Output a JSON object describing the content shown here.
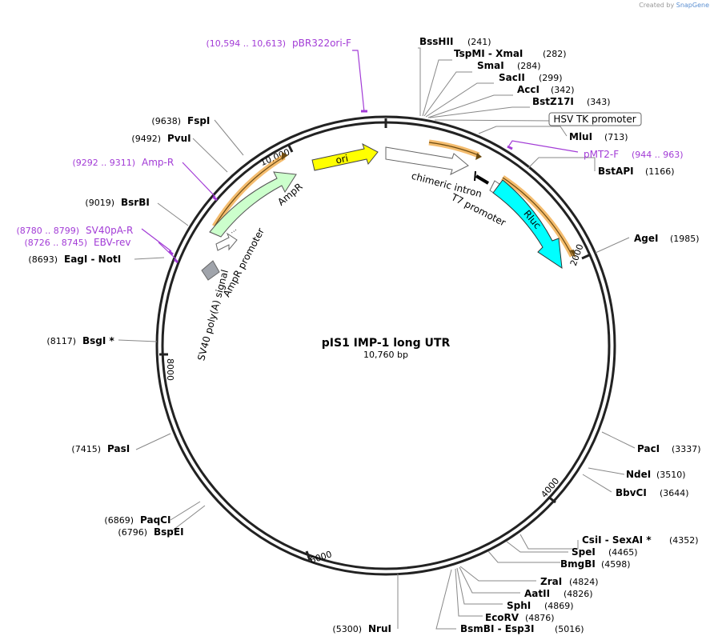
{
  "credit": {
    "prefix": "Created by",
    "brand": "SnapGene"
  },
  "title": "pIS1 IMP-1 long UTR",
  "length_label": "10,760 bp",
  "ticks": [
    "2000",
    "4000",
    "6000",
    "8000",
    "10,000"
  ],
  "enzymes_right": [
    {
      "name": "BssHII",
      "pos": "(241)"
    },
    {
      "name": "TspMI - XmaI",
      "pos": "(282)"
    },
    {
      "name": "SmaI",
      "pos": "(284)"
    },
    {
      "name": "SacII",
      "pos": "(299)"
    },
    {
      "name": "AccI",
      "pos": "(342)"
    },
    {
      "name": "BstZ17I",
      "pos": "(343)"
    },
    {
      "name": "MluI",
      "pos": "(713)"
    },
    {
      "name": "BstAPI",
      "pos": "(1166)"
    },
    {
      "name": "AgeI",
      "pos": "(1985)"
    },
    {
      "name": "PacI",
      "pos": "(3337)"
    },
    {
      "name": "NdeI",
      "pos": "(3510)"
    },
    {
      "name": "BbvCI",
      "pos": "(3644)"
    },
    {
      "name": "CsiI - SexAI *",
      "pos": "(4352)"
    },
    {
      "name": "SpeI",
      "pos": "(4465)"
    },
    {
      "name": "BmgBI",
      "pos": "(4598)"
    },
    {
      "name": "ZraI",
      "pos": "(4824)"
    },
    {
      "name": "AatII",
      "pos": "(4826)"
    },
    {
      "name": "SphI",
      "pos": "(4869)"
    },
    {
      "name": "EcoRV",
      "pos": "(4876)"
    },
    {
      "name": "BsmBI - Esp3I",
      "pos": "(5016)"
    }
  ],
  "enzymes_left": [
    {
      "name": "NruI",
      "pos": "(5300)"
    },
    {
      "name": "BspEI",
      "pos": "(6796)"
    },
    {
      "name": "PaqCI",
      "pos": "(6869)"
    },
    {
      "name": "PasI",
      "pos": "(7415)"
    },
    {
      "name": "BsgI *",
      "pos": "(8117)"
    },
    {
      "name": "EagI - NotI",
      "pos": "(8693)"
    },
    {
      "name": "BsrBI",
      "pos": "(9019)"
    },
    {
      "name": "PvuI",
      "pos": "(9492)"
    },
    {
      "name": "FspI",
      "pos": "(9638)"
    }
  ],
  "primers": [
    {
      "name": "pBR322ori-F",
      "pos": "(10,594 .. 10,613)"
    },
    {
      "name": "pMT2-F",
      "pos": "(944 .. 963)"
    },
    {
      "name": "Amp-R",
      "pos": "(9292 .. 9311)"
    },
    {
      "name": "SV40pA-R",
      "pos": "(8780 .. 8799)"
    },
    {
      "name": "EBV-rev",
      "pos": "(8726 .. 8745)"
    }
  ],
  "features": {
    "hsv": "HSV TK promoter",
    "ori": "ori",
    "intron": "chimeric intron",
    "t7": "T7 promoter",
    "rluc": "Rluc",
    "ampr": "AmpR",
    "ampr_promoter": "AmpR promoter",
    "sv40": "SV40 poly(A) signal"
  },
  "colors": {
    "backbone": "#222222",
    "primer": "#a23bd6",
    "ori": "#ffff00",
    "rluc": "#00ffff",
    "ampr": "#ccffcc",
    "highlight": "#f0a030",
    "sv40": "#a0a4ab"
  }
}
